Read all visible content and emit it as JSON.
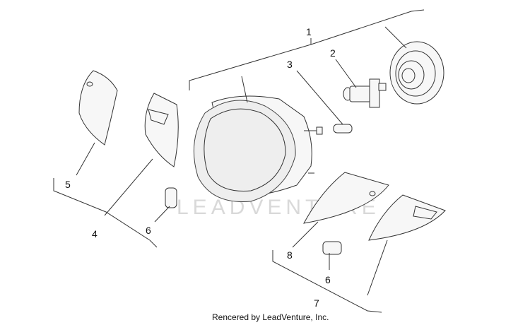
{
  "watermark": "LEADVENTURE",
  "footer": "Rencered by LeadVenture, Inc.",
  "callouts": {
    "c1": "1",
    "c2": "2",
    "c3": "3",
    "c4": "4",
    "c5": "5",
    "c6a": "6",
    "c6b": "6",
    "c7": "7",
    "c8": "8"
  }
}
